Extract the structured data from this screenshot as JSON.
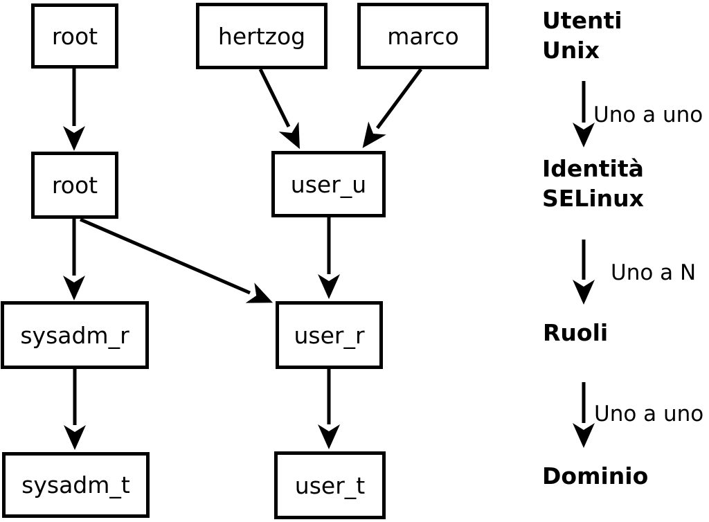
{
  "nodes": {
    "unix_root": "root",
    "unix_hertzog": "hertzog",
    "unix_marco": "marco",
    "selinux_root": "root",
    "selinux_user_u": "user_u",
    "role_sysadm_r": "sysadm_r",
    "role_user_r": "user_r",
    "domain_sysadm_t": "sysadm_t",
    "domain_user_t": "user_t"
  },
  "legend": {
    "utenti_line1": "Utenti",
    "utenti_line2": "Unix",
    "arrow1_label": "Uno a uno",
    "identita_line1": "Identità",
    "identita_line2": "SELinux",
    "arrow2_label": "Uno a N",
    "ruoli_label": "Ruoli",
    "arrow3_label": "Uno a uno",
    "dominio_label": "Dominio"
  },
  "colors": {
    "foreground": "#000000",
    "background": "#ffffff"
  }
}
